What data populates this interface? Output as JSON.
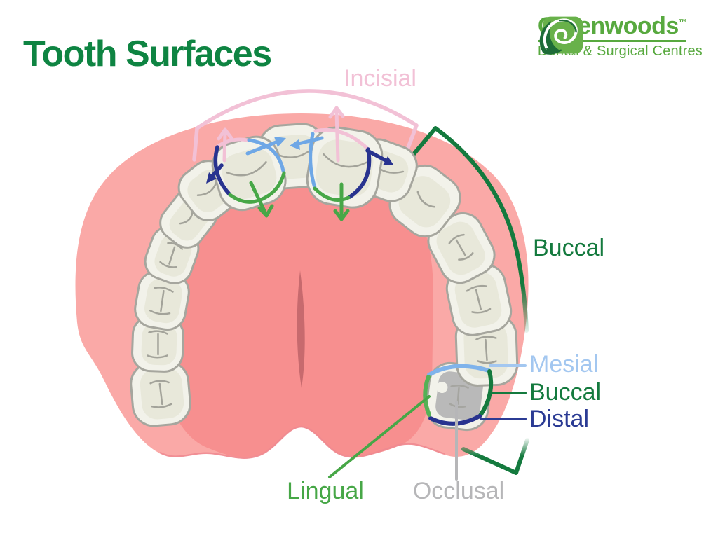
{
  "title": "Tooth Surfaces",
  "logo": {
    "name": "Greenwoods",
    "tm": "™",
    "tagline": "Dental & Surgical Centres"
  },
  "labels": {
    "incisial": {
      "text": "Incisial"
    },
    "buccal_main": {
      "text": "Buccal"
    },
    "mesial": {
      "text": "Mesial"
    },
    "buccal_tooth": {
      "text": "Buccal"
    },
    "distal": {
      "text": "Distal"
    },
    "lingual": {
      "text": "Lingual"
    },
    "occlusal": {
      "text": "Occlusal"
    }
  },
  "colors": {
    "title_green": "#0E8442",
    "logo_green": "#58A93F",
    "pink": "#F2C1D6",
    "blue_label": "#A3C7F0",
    "blue_edge": "#6EA7E6",
    "navy": "#2B3B94",
    "green_dark": "#147A3E",
    "green_mid": "#47A747",
    "green_light": "#55B156",
    "gray": "#B6B6B8",
    "gum": "#FAA9A7",
    "palate": "#F78F8F",
    "slit": "#C76A6E"
  }
}
